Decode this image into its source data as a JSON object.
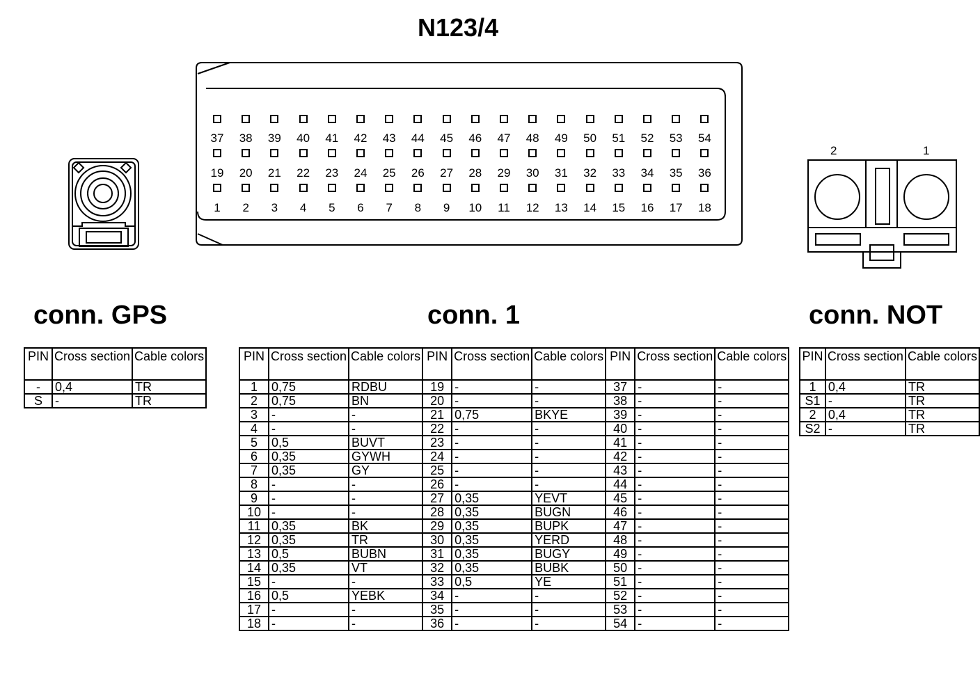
{
  "title": "N123/4",
  "connectors": {
    "gps": {
      "title": "conn. GPS",
      "headers": [
        "PIN",
        "Cross section",
        "Cable colors"
      ],
      "rows": [
        [
          "-",
          "0,4",
          "TR"
        ],
        [
          "S",
          "-",
          "TR"
        ]
      ]
    },
    "conn1": {
      "title": "conn. 1",
      "headers": [
        "PIN",
        "Cross section",
        "Cable colors"
      ],
      "rows": [
        [
          "1",
          "0,75",
          "RDBU",
          "19",
          "-",
          "-",
          "37",
          "-",
          "-"
        ],
        [
          "2",
          "0,75",
          "BN",
          "20",
          "-",
          "-",
          "38",
          "-",
          "-"
        ],
        [
          "3",
          "-",
          "-",
          "21",
          "0,75",
          "BKYE",
          "39",
          "-",
          "-"
        ],
        [
          "4",
          "-",
          "-",
          "22",
          "-",
          "-",
          "40",
          "-",
          "-"
        ],
        [
          "5",
          "0,5",
          "BUVT",
          "23",
          "-",
          "-",
          "41",
          "-",
          "-"
        ],
        [
          "6",
          "0,35",
          "GYWH",
          "24",
          "-",
          "-",
          "42",
          "-",
          "-"
        ],
        [
          "7",
          "0,35",
          "GY",
          "25",
          "-",
          "-",
          "43",
          "-",
          "-"
        ],
        [
          "8",
          "-",
          "-",
          "26",
          "-",
          "-",
          "44",
          "-",
          "-"
        ],
        [
          "9",
          "-",
          "-",
          "27",
          "0,35",
          "YEVT",
          "45",
          "-",
          "-"
        ],
        [
          "10",
          "-",
          "-",
          "28",
          "0,35",
          "BUGN",
          "46",
          "-",
          "-"
        ],
        [
          "11",
          "0,35",
          "BK",
          "29",
          "0,35",
          "BUPK",
          "47",
          "-",
          "-"
        ],
        [
          "12",
          "0,35",
          "TR",
          "30",
          "0,35",
          "YERD",
          "48",
          "-",
          "-"
        ],
        [
          "13",
          "0,5",
          "BUBN",
          "31",
          "0,35",
          "BUGY",
          "49",
          "-",
          "-"
        ],
        [
          "14",
          "0,35",
          "VT",
          "32",
          "0,35",
          "BUBK",
          "50",
          "-",
          "-"
        ],
        [
          "15",
          "-",
          "-",
          "33",
          "0,5",
          "YE",
          "51",
          "-",
          "-"
        ],
        [
          "16",
          "0,5",
          "YEBK",
          "34",
          "-",
          "-",
          "52",
          "-",
          "-"
        ],
        [
          "17",
          "-",
          "-",
          "35",
          "-",
          "-",
          "53",
          "-",
          "-"
        ],
        [
          "18",
          "-",
          "-",
          "36",
          "-",
          "-",
          "54",
          "-",
          "-"
        ]
      ]
    },
    "not": {
      "title": "conn. NOT",
      "headers": [
        "PIN",
        "Cross section",
        "Cable colors"
      ],
      "rows": [
        [
          "1",
          "0,4",
          "TR"
        ],
        [
          "S1",
          "-",
          "TR"
        ],
        [
          "2",
          "0,4",
          "TR"
        ],
        [
          "S2",
          "-",
          "TR"
        ]
      ],
      "pin_labels": [
        "2",
        "1"
      ]
    }
  },
  "connector_pins": {
    "top_row": [
      "37",
      "38",
      "39",
      "40",
      "41",
      "42",
      "43",
      "44",
      "45",
      "46",
      "47",
      "48",
      "49",
      "50",
      "51",
      "52",
      "53",
      "54"
    ],
    "middle_row": [
      "19",
      "20",
      "21",
      "22",
      "23",
      "24",
      "25",
      "26",
      "27",
      "28",
      "29",
      "30",
      "31",
      "32",
      "33",
      "34",
      "35",
      "36"
    ],
    "bottom_row": [
      "1",
      "2",
      "3",
      "4",
      "5",
      "6",
      "7",
      "8",
      "9",
      "10",
      "11",
      "12",
      "13",
      "14",
      "15",
      "16",
      "17",
      "18"
    ]
  }
}
